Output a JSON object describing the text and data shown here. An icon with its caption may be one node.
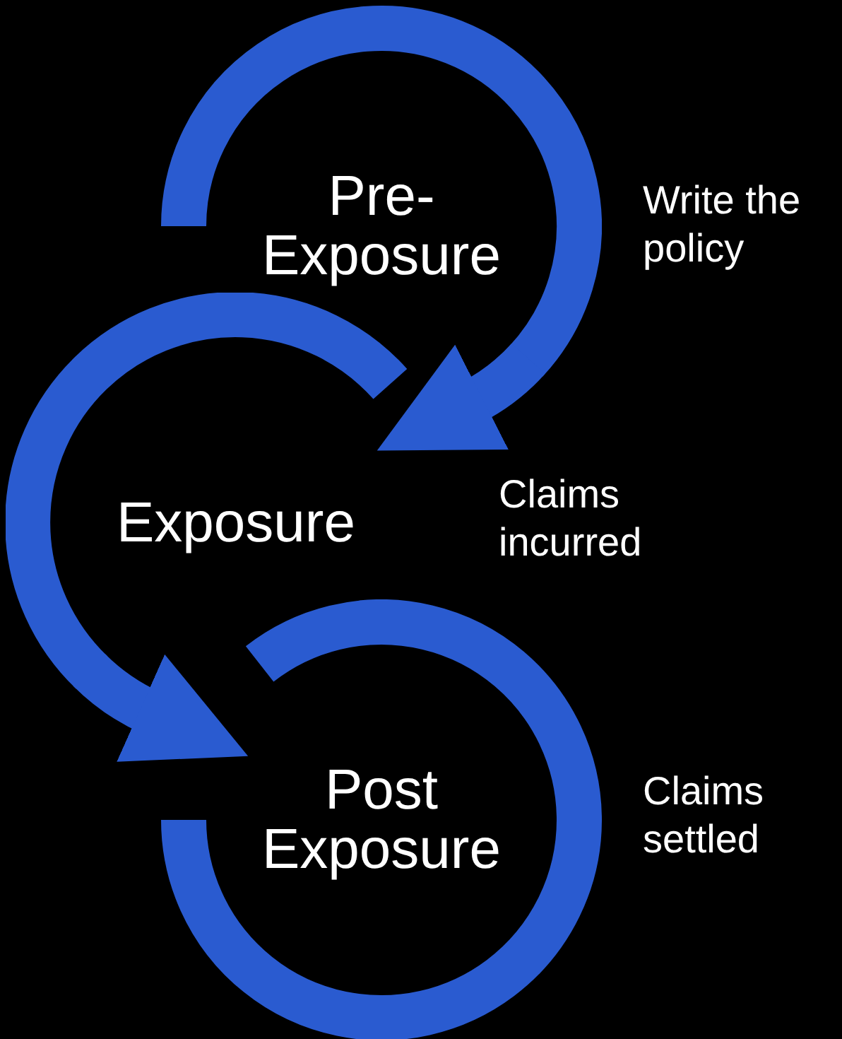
{
  "diagram": {
    "nodes": [
      {
        "text": [
          "Pre-Exposure"
        ],
        "beside": [
          "Write the policy"
        ]
      },
      {
        "text": [
          "Exposure"
        ]
      },
      {
        "text": [
          "Post Exposure"
        ],
        "beside": [
          "Claims settled"
        ]
      }
    ],
    "edges": [
      {
        "from": 0,
        "to": 1,
        "arrow": "to"
      },
      {
        "from": 1,
        "to": 2,
        "arrow": "to"
      }
    ],
    "labels": [
      "Claims incurred"
    ]
  }
}
